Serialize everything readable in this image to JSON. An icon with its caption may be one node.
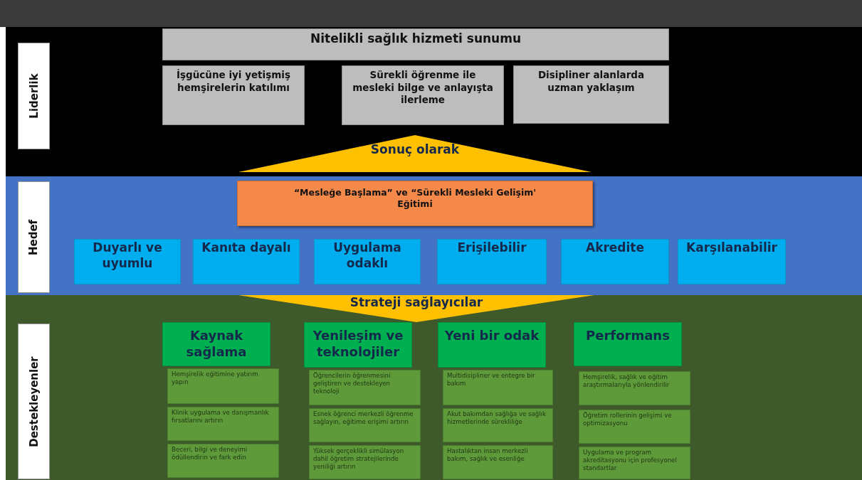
{
  "diagram": {
    "nodes": [
      {
        "text": [
          "Liderlik"
        ]
      },
      {
        "text": [
          "Nitelikli sağlık hizmeti sunumu"
        ],
        "in": 0
      },
      {
        "text": [
          "İşgücüne iyi yetişmiş hemşirelerin katılımı"
        ],
        "in": 0
      },
      {
        "text": [
          "Sürekli öğrenme ile mesleki bilge ve anlayışta ilerleme"
        ],
        "in": 0
      },
      {
        "text": [
          "Disipliner alanlarda uzman yaklaşım"
        ],
        "in": 0
      },
      {
        "text": [
          "Sonuç olarak"
        ],
        "in": 0
      },
      {
        "text": [
          "Hedef"
        ]
      },
      {
        "text": [
          "“Mesleğe Başlama” ve “Sürekli Mesleki Gelişim' Eğitimi"
        ],
        "in": 6
      },
      {
        "text": [
          "Duyarlı ve uyumlu"
        ],
        "in": 6
      },
      {
        "text": [
          "Kanıta dayalı"
        ],
        "in": 6
      },
      {
        "text": [
          "Uygulama odaklı"
        ],
        "in": 6
      },
      {
        "text": [
          "Erişilebilir"
        ],
        "in": 6
      },
      {
        "text": [
          "Akredite"
        ],
        "in": 6
      },
      {
        "text": [
          "Karşılanabilir"
        ],
        "in": 6
      },
      {
        "text": [
          "Strateji sağlayıcılar"
        ],
        "in": 15
      },
      {
        "text": [
          "Destekleyenler"
        ]
      },
      {
        "text": [
          "Kaynak sağlama"
        ],
        "in": 15
      },
      {
        "text": [
          "Hemşirelik eğitimine yatırım yapın"
        ],
        "in": 15
      },
      {
        "text": [
          "Klinik uygulama ve danışmanlık fırsatlarını artırın"
        ],
        "in": 15
      },
      {
        "text": [
          "Beceri, bilgi ve deneyimi ödüllendirin ve fark edin"
        ],
        "in": 15
      },
      {
        "text": [
          "Yenileşim ve teknolojiler"
        ],
        "in": 15
      },
      {
        "text": [
          "Öğrencilerin öğrenmesini geliştiren ve destekleyen teknoloji"
        ],
        "in": 15
      },
      {
        "text": [
          "Esnek öğrenci merkezli öğrenme sağlayın, eğitime erişimi artırın"
        ],
        "in": 15
      },
      {
        "text": [
          "Yüksek gerçeklikli simülasyon dahil öğretim stratejilerinde yeniliği artırın"
        ],
        "in": 15
      },
      {
        "text": [
          "Yeni bir odak"
        ],
        "in": 15
      },
      {
        "text": [
          "Multidisipliner ve entegre bir bakım"
        ],
        "in": 15
      },
      {
        "text": [
          "Akut bakımdan sağlığa ve sağlık hizmetlerinde sürekliliğe"
        ],
        "in": 15
      },
      {
        "text": [
          "Hastalıktan insan merkezli bakım, sağlık ve esenliğe"
        ],
        "in": 15
      },
      {
        "text": [
          "Performans"
        ],
        "in": 15
      },
      {
        "text": [
          "Hemşirelik, sağlık ve eğitim araştırmalarıyla yönlendirilir"
        ],
        "in": 15
      },
      {
        "text": [
          "Öğretim rollerinin gelişimi ve optimizasyonu"
        ],
        "in": 15
      },
      {
        "text": [
          "Uygulama ve program akreditasyonu için profesyonel standartlar"
        ],
        "in": 15
      }
    ]
  }
}
